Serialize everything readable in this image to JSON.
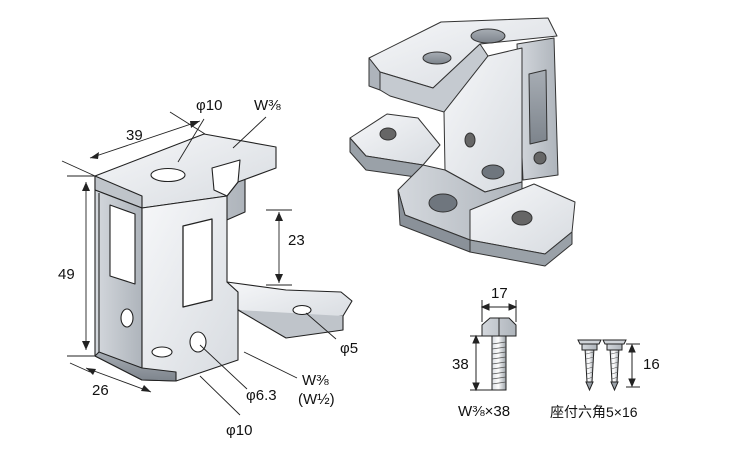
{
  "bracket_drawing": {
    "dims": {
      "width": "39",
      "height": "49",
      "depth": "26",
      "opening": "23",
      "top_hole": "φ10",
      "top_slot": "W⅜",
      "tab_hole": "φ5",
      "side_hole": "φ6.3",
      "front_slot": "W⅜",
      "front_slot_alt": "(W½)",
      "bottom_hole": "φ10"
    }
  },
  "hardware": {
    "bolt_head_width": "17",
    "bolt_length": "38",
    "bolt_caption": "W⅜×38",
    "screw_length": "16",
    "screw_caption": "座付六角5×16"
  },
  "colors": {
    "metal_light": "#eceff2",
    "metal_mid": "#c9ced4",
    "metal_dark": "#8f969e",
    "line": "#222222"
  }
}
